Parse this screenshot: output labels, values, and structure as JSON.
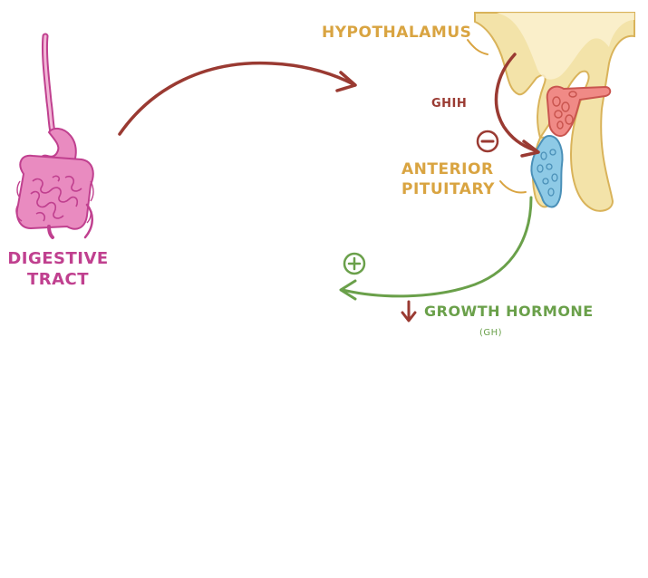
{
  "labels": {
    "hypothalamus": "HYPOTHALAMUS",
    "ghih": "GHIH",
    "anterior_pituitary": [
      "ANTERIOR",
      "PITUITARY"
    ],
    "digestive_tract": [
      "DIGESTIVE",
      "TRACT"
    ],
    "growth_hormone": "GROWTH HORMONE",
    "gh_abbrev": "(GH)"
  },
  "symbols": {
    "inhibit": "minus-circle-icon",
    "stimulate": "plus-circle-icon",
    "decrease": "down-arrow-icon"
  },
  "colors": {
    "gold": "#d9a441",
    "pink": "#c0408f",
    "dark_red": "#9a3a32",
    "green": "#6aa04a",
    "blue": "#8ecae6",
    "tissue": "#f3e3a9"
  }
}
